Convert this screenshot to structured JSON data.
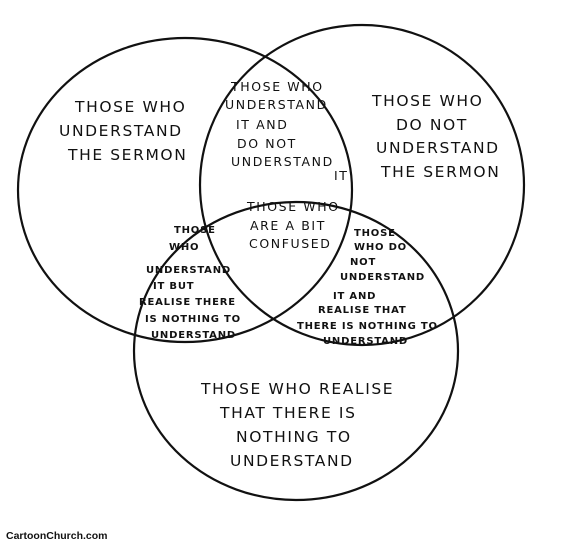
{
  "regions": {
    "understand_only": [
      "THOSE WHO",
      "UNDERSTAND",
      "THE SERMON"
    ],
    "not_understand_only": [
      "THOSE  WHO",
      "DO  NOT",
      "UNDERSTAND",
      "THE  SERMON"
    ],
    "realise_only": [
      "THOSE  WHO REALISE",
      "THAT  THERE  IS",
      "NOTHING  TO",
      "UNDERSTAND"
    ],
    "understand_and_not": [
      "THOSE WHO",
      "UNDERSTAND",
      "IT  AND",
      "DO  NOT",
      "UNDERSTAND",
      "IT"
    ],
    "understand_and_realise": [
      "THOSE",
      "WHO",
      "UNDERSTAND",
      "IT BUT",
      "REALISE THERE",
      "IS NOTHING TO",
      "UNDERSTAND"
    ],
    "not_and_realise": [
      "THOSE",
      "WHO DO",
      "NOT",
      "UNDERSTAND",
      "IT  AND",
      "REALISE THAT",
      "THERE IS NOTHING TO",
      "UNDERSTAND"
    ],
    "center": [
      "THOSE WHO",
      "ARE A BIT",
      "CONFUSED"
    ]
  },
  "credit": "CartoonChurch.com"
}
